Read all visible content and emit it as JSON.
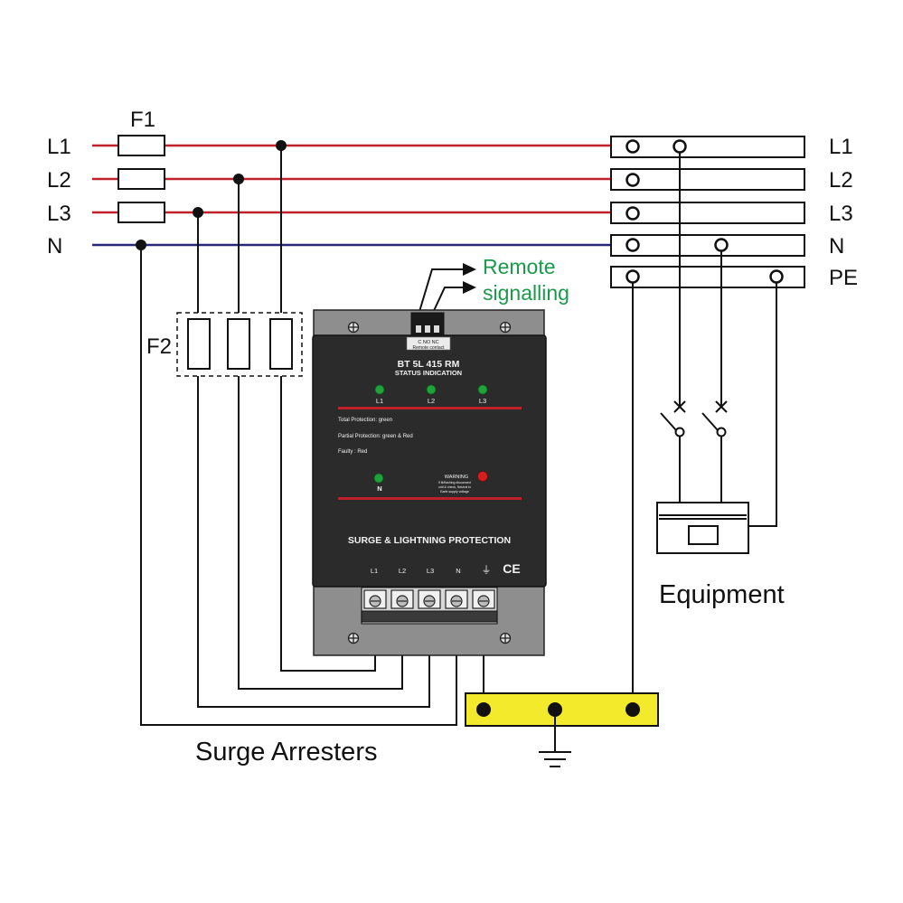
{
  "colors": {
    "phase_wire": "#c0202a",
    "neutral_wire": "#27277a",
    "earth_bar": "#f2ea2b",
    "remote_text": "#1a9a4a",
    "module_body": "#2b2b2b",
    "module_frame": "#8e8e8e",
    "led_green": "#1fa33a",
    "led_red": "#d41f1f",
    "divider_red": "#c0202a"
  },
  "left_lines": [
    "L1",
    "L2",
    "L3",
    "N"
  ],
  "fuse_label_f1": "F1",
  "fuse_label_f2": "F2",
  "right_terminals": [
    "L1",
    "L2",
    "L3",
    "N",
    "PE"
  ],
  "remote": {
    "line1": "Remote",
    "line2": "signalling"
  },
  "connector": {
    "pins": "1 2 3",
    "contacts": "C  NO  NC",
    "caption": "Remote contact"
  },
  "module": {
    "model": "BT 5L 415 RM",
    "status_title": "STATUS INDICATION",
    "leds": [
      "L1",
      "L2",
      "L3"
    ],
    "legend": [
      "Total Protection:  green",
      "Partial Protection:  green & Red",
      "Faulty :  Red"
    ],
    "n_led": "N",
    "warning_title": "WARNING",
    "warning_lines": [
      "If lit/flashing disconnect",
      "unit & check, Neutral to",
      "Earth supply voltage"
    ],
    "product_title": "SURGE & LIGHTNING PROTECTION",
    "terminal_labels": [
      "L1",
      "L2",
      "L3",
      "N",
      "⏚"
    ],
    "ce_mark": "CE"
  },
  "captions": {
    "equipment": "Equipment",
    "surge_arresters": "Surge Arresters"
  },
  "icons": [
    "ground-symbol-icon",
    "earth-terminal-icon",
    "screw-icon",
    "arrow-icon",
    "switch-icon"
  ]
}
